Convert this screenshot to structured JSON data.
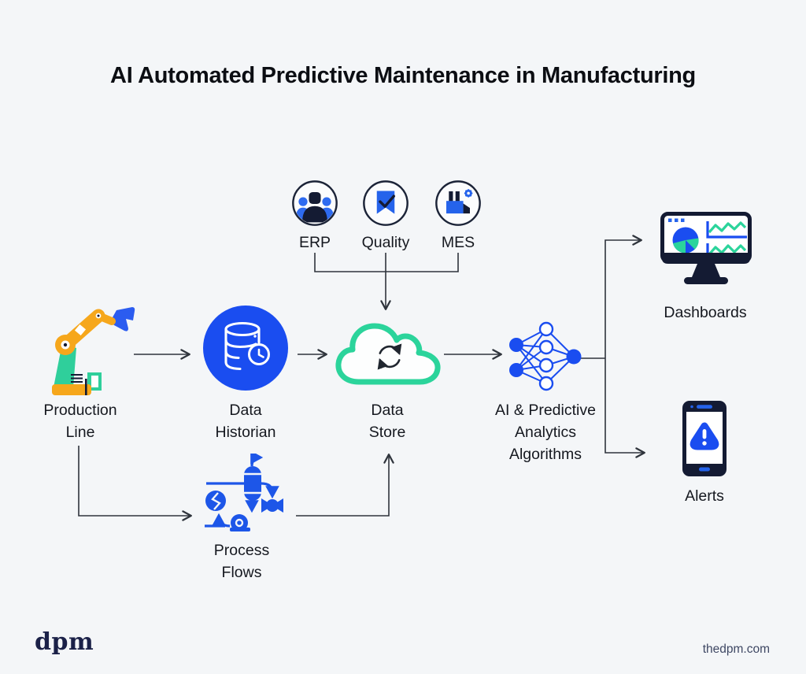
{
  "title": "AI Automated Predictive Maintenance in Manufacturing",
  "sources": [
    {
      "label": "ERP",
      "icon": "people-icon"
    },
    {
      "label": "Quality",
      "icon": "quality-badge-icon"
    },
    {
      "label": "MES",
      "icon": "factory-gear-icon"
    }
  ],
  "nodes": {
    "production_line": {
      "line1": "Production",
      "line2": "Line",
      "icon": "robot-arm-icon"
    },
    "data_historian": {
      "line1": "Data",
      "line2": "Historian",
      "icon": "database-clock-icon"
    },
    "data_store": {
      "line1": "Data",
      "line2": "Store",
      "icon": "cloud-sync-icon"
    },
    "ai_algorithms": {
      "line1": "AI & Predictive",
      "line2": "Analytics",
      "line3": "Algorithms",
      "icon": "neural-network-icon"
    },
    "process_flows": {
      "line1": "Process",
      "line2": "Flows",
      "icon": "process-flow-icon"
    },
    "dashboards": {
      "label": "Dashboards",
      "icon": "monitor-charts-icon"
    },
    "alerts": {
      "label": "Alerts",
      "icon": "phone-alert-icon"
    }
  },
  "colors": {
    "background": "#f4f6f8",
    "primary_blue": "#1a4df0",
    "icon_blue": "#2563eb",
    "green": "#2bd49b",
    "navy": "#141b33",
    "connector": "#2f343c"
  },
  "footer": {
    "logo_text": "dpm",
    "website": "thedpm.com"
  }
}
